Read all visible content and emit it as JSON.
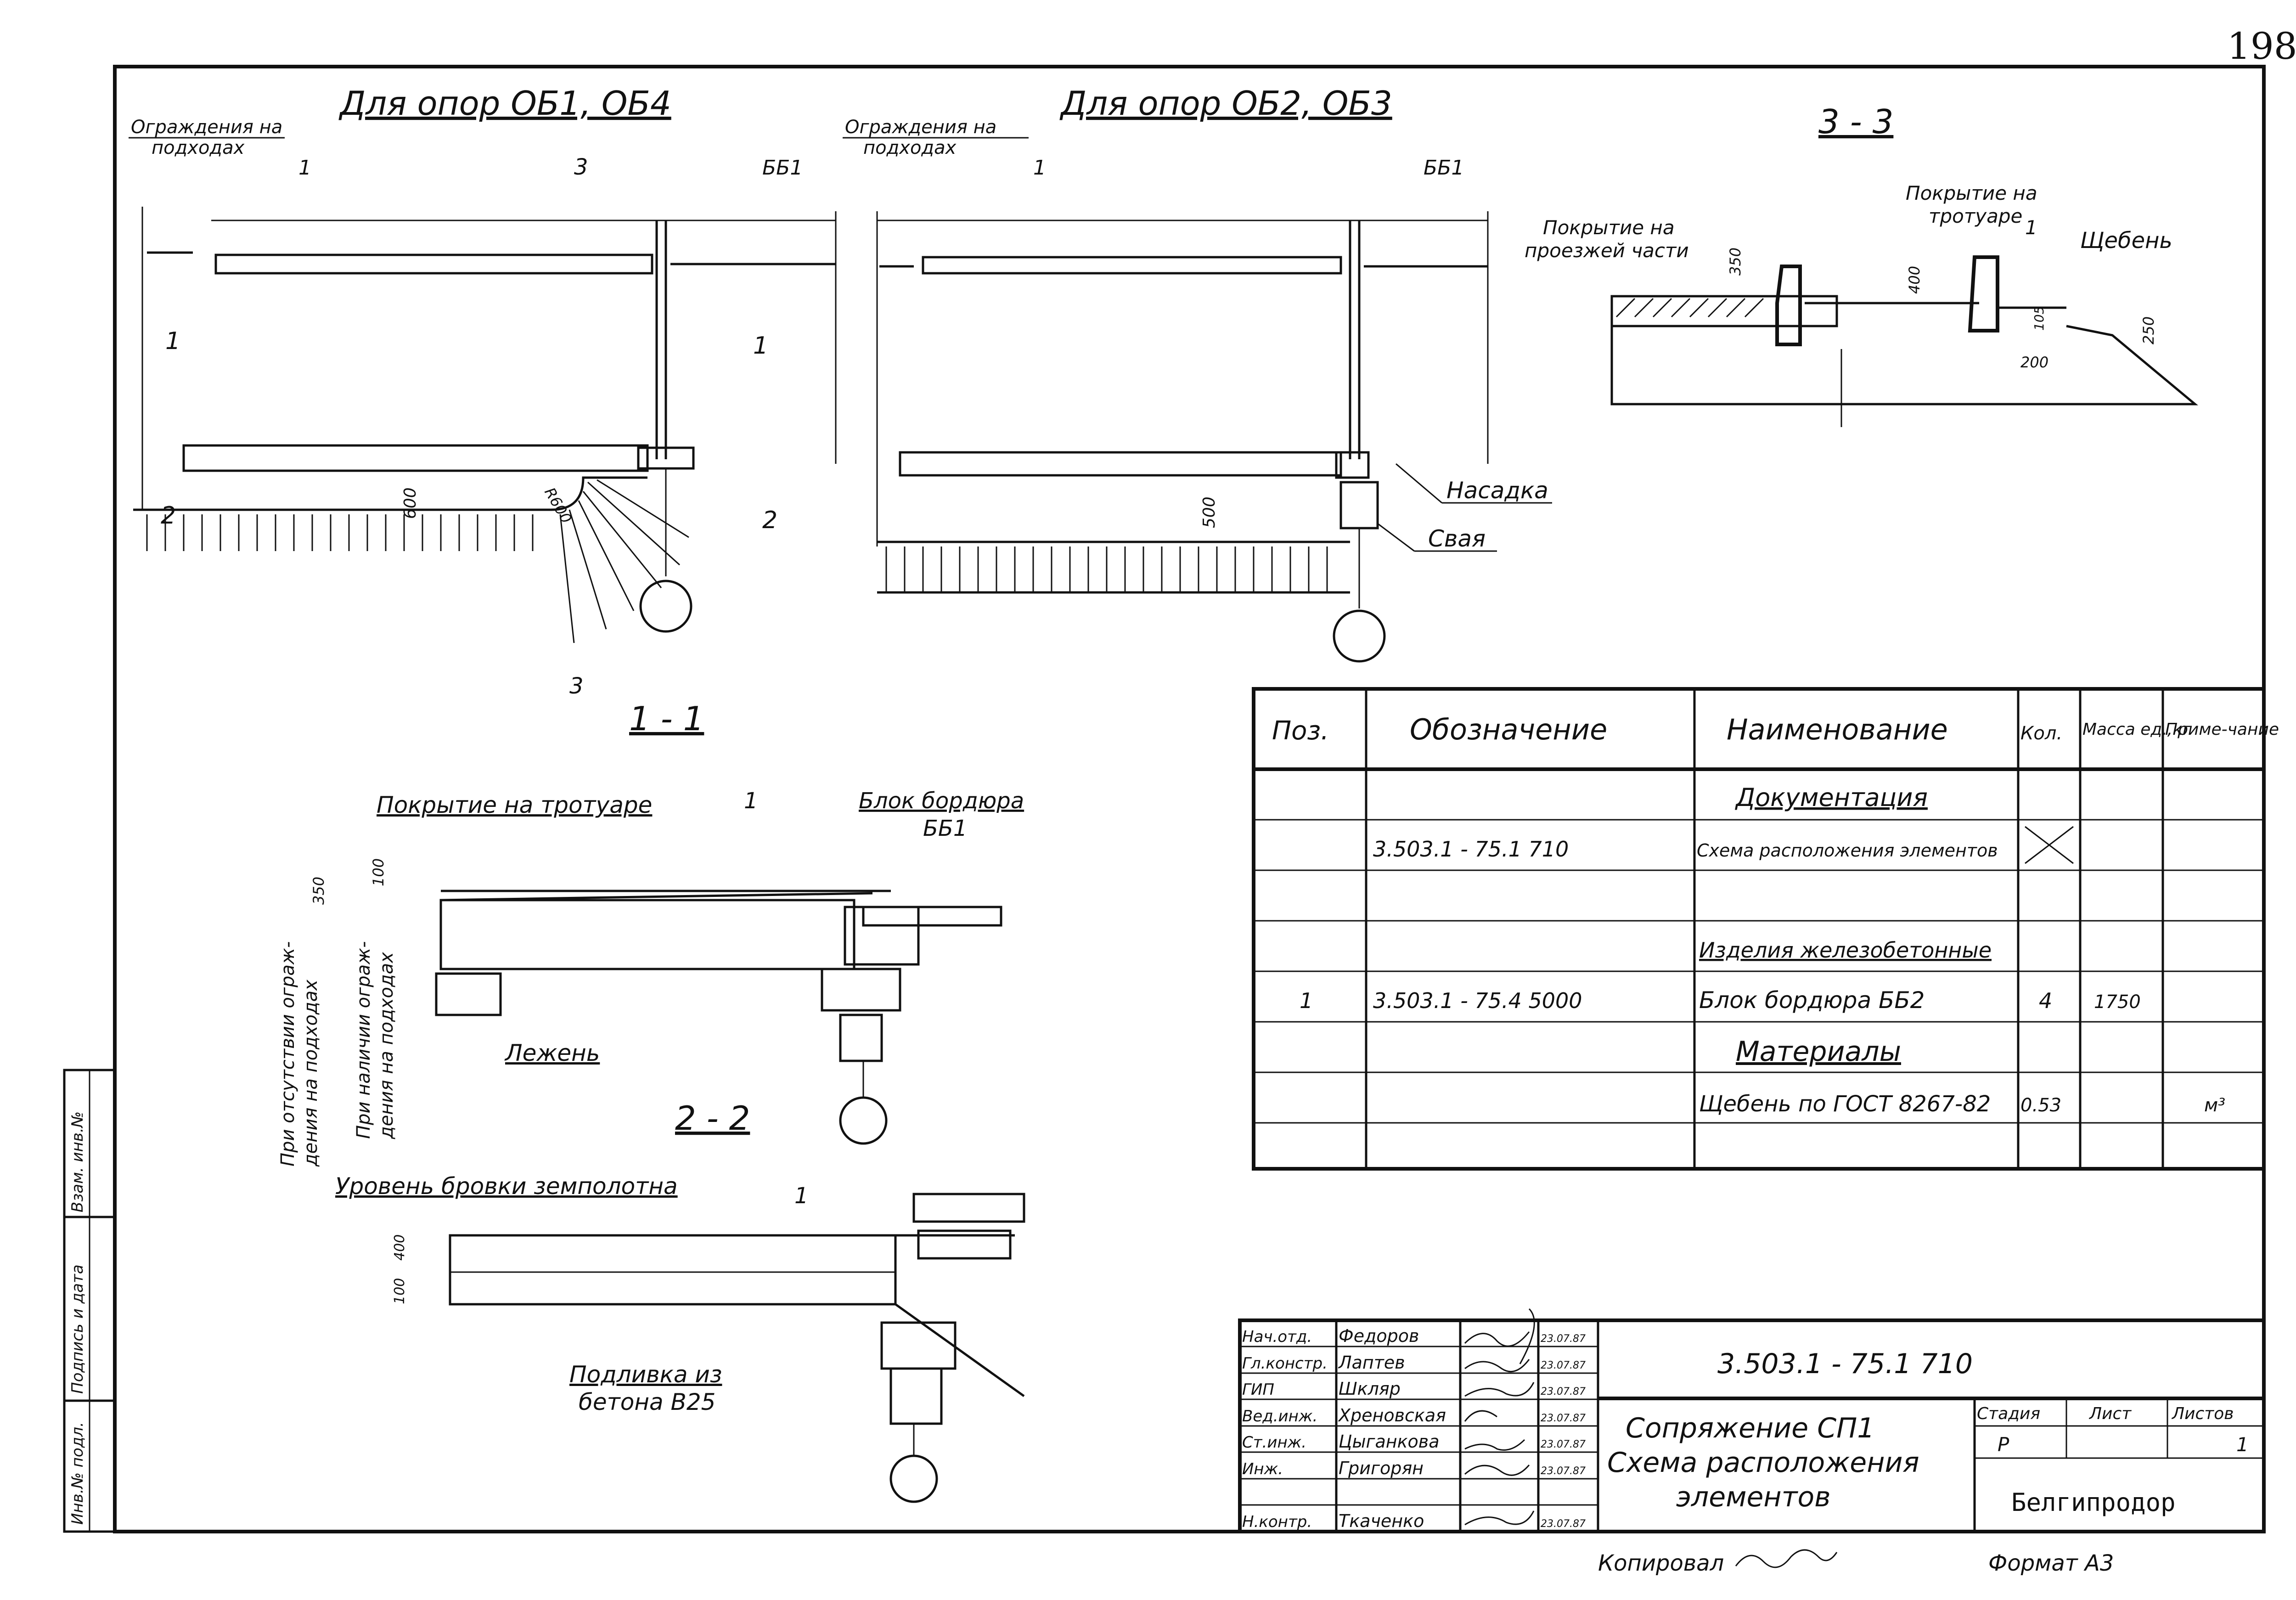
{
  "page_number": "198",
  "plan_left": {
    "title": "Для опор ОБ1, ОБ4",
    "label_fence": [
      "Ограждения на",
      "подходах"
    ],
    "label_item": "1",
    "label_block": "ББ1",
    "section_3": "3",
    "section_1": "1",
    "section_2": "2",
    "dim": "600",
    "radius": "R600"
  },
  "plan_right": {
    "title": "Для опор ОБ2, ОБ3",
    "label_fence": [
      "Ограждения на",
      "подходах"
    ],
    "label_item": "1",
    "label_block": "ББ1",
    "dim": "500",
    "label_cap": "Насадка",
    "label_pile": "Свая"
  },
  "section_33": {
    "title": "3 - 3",
    "label_road": [
      "Покрытие на",
      "проезжей части"
    ],
    "label_sidewalk": [
      "Покрытие на",
      "тротуаре"
    ],
    "label_gravel": "Щебень",
    "label_item": "1",
    "dims": [
      "350",
      "400",
      "250",
      "200",
      "105"
    ]
  },
  "section_11": {
    "title": "1 - 1",
    "label_sidewalk": "Покрытие на тротуаре",
    "label_item": "1",
    "label_block": [
      "Блок бордюра",
      "ББ1"
    ],
    "label_sill": "Лежень",
    "dims": [
      "350",
      "100"
    ],
    "vertical_notes": [
      [
        "При отсутствии ограж-",
        "дения на подходах"
      ],
      [
        "При наличии ограж-",
        "дения на подходах"
      ]
    ]
  },
  "section_22": {
    "title": "2 - 2",
    "label_level": "Уровень бровки земполотна",
    "label_item": "1",
    "label_fill": [
      "Подливка из",
      "бетона В25"
    ],
    "dims": [
      "400",
      "100"
    ]
  },
  "spec_table": {
    "headers": [
      "Поз.",
      "Обозначение",
      "Наименование",
      "Кол.",
      "Масса ед.,кг",
      "Приме-чание"
    ],
    "rows": [
      [
        "",
        "",
        "Документация",
        "",
        "",
        ""
      ],
      [
        "",
        "3.503.1 - 75.1 710",
        "Схема расположения элементов",
        "",
        "",
        ""
      ],
      [
        "",
        "",
        "",
        "",
        "",
        ""
      ],
      [
        "",
        "",
        "Изделия железобетонные",
        "",
        "",
        ""
      ],
      [
        "1",
        "3.503.1 - 75.4 5000",
        "Блок бордюра ББ2",
        "4",
        "1750",
        ""
      ],
      [
        "",
        "",
        "",
        "",
        "",
        ""
      ],
      [
        "",
        "",
        "Материалы",
        "",
        "",
        ""
      ],
      [
        "",
        "",
        "Щебень по ГОСТ 8267-82",
        "0.53",
        "",
        "м³"
      ]
    ]
  },
  "title_block": {
    "code": "3.503.1 - 75.1  710",
    "title_lines": [
      "Сопряжение СП1",
      "Схема расположения",
      "элементов"
    ],
    "stage_header": "Стадия",
    "sheet_header": "Лист",
    "sheets_header": "Листов",
    "stage": "Р",
    "sheet": "",
    "sheets": "1",
    "org": "Белгипродор",
    "roles": [
      {
        "role": "Нач.отд.",
        "name": "Федоров",
        "date": "23.07.87"
      },
      {
        "role": "Гл.констр.",
        "name": "Лаптев",
        "date": "23.07.87"
      },
      {
        "role": "ГИП",
        "name": "Шкляр",
        "date": "23.07.87"
      },
      {
        "role": "Вед.инж.",
        "name": "Хреновская",
        "date": "23.07.87"
      },
      {
        "role": "Ст.инж.",
        "name": "Цыганкова",
        "date": "23.07.87"
      },
      {
        "role": "Инж.",
        "name": "Григорян",
        "date": "23.07.87"
      },
      {
        "role": "",
        "name": "",
        "date": ""
      },
      {
        "role": "Н.контр.",
        "name": "Ткаченко",
        "date": "23.07.87"
      }
    ],
    "copied_by": "Копировал",
    "format": "Формат А3"
  },
  "side_stamp": [
    "Инв.№ подл.",
    "Подпись и дата",
    "Взам. инв.№"
  ]
}
